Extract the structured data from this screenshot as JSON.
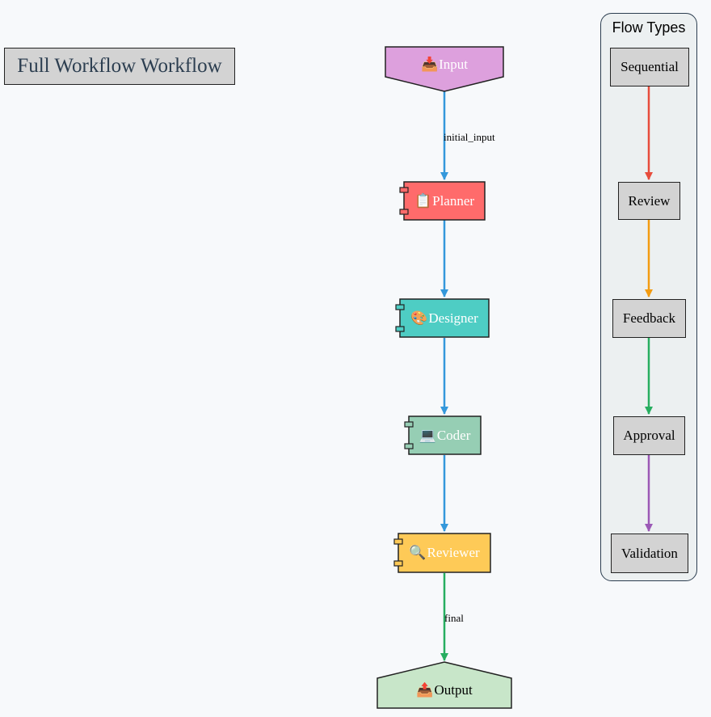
{
  "title": "Full Workflow Workflow",
  "nodes": {
    "input": {
      "label": "Input",
      "icon": "📥",
      "color": "#dda0dd"
    },
    "planner": {
      "label": "Planner",
      "icon": "📋",
      "color": "#ff6b6b"
    },
    "designer": {
      "label": "Designer",
      "icon": "🎨",
      "color": "#4ecdc4"
    },
    "coder": {
      "label": "Coder",
      "icon": "💻",
      "color": "#96ceb4"
    },
    "reviewer": {
      "label": "Reviewer",
      "icon": "🔍",
      "color": "#feca57"
    },
    "output": {
      "label": "Output",
      "icon": "📤",
      "color": "#c8e6c9"
    }
  },
  "edges": {
    "initial": {
      "label": "initial_input",
      "color": "#3498db"
    },
    "final": {
      "label": "final",
      "color": "#27ae60"
    }
  },
  "legend": {
    "title": "Flow Types",
    "items": [
      "Sequential",
      "Review",
      "Feedback",
      "Approval",
      "Validation"
    ],
    "edge_colors": [
      "#e74c3c",
      "#f39c12",
      "#27ae60",
      "#9b59b6"
    ]
  }
}
